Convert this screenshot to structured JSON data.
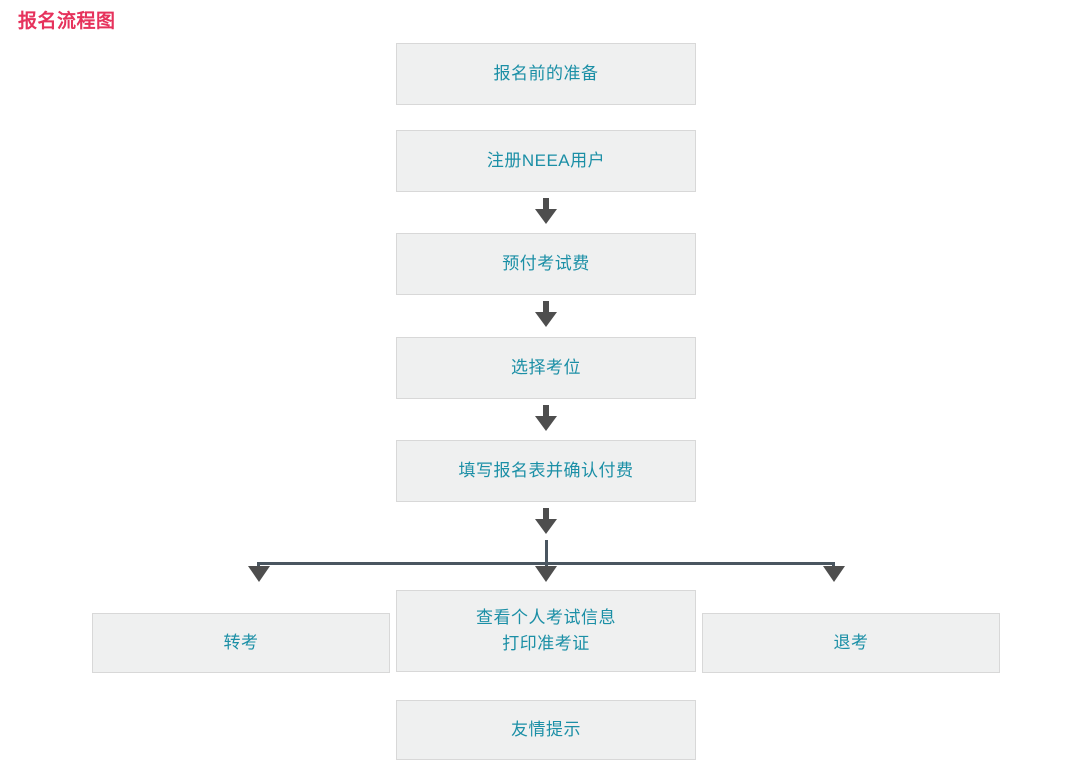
{
  "page": {
    "title": "报名流程图",
    "title_color": "#e6325c",
    "background": "#ffffff"
  },
  "theme": {
    "node_fill": "#eff0f0",
    "node_border": "#d8d8d8",
    "node_text": "#1b8fa6",
    "arrow_color": "#4e4e4e",
    "connector_color": "#4a5660"
  },
  "flow": {
    "main_steps": [
      {
        "id": "step-preparation",
        "label": "报名前的准备"
      },
      {
        "id": "step-register-neea",
        "label": "注册NEEA用户"
      },
      {
        "id": "step-prepay-fee",
        "label": "预付考试费"
      },
      {
        "id": "step-select-seat",
        "label": "选择考位"
      },
      {
        "id": "step-fill-form-confirm-payment",
        "label": "填写报名表并确认付费"
      }
    ],
    "branch_steps": [
      {
        "id": "branch-transfer-exam",
        "label": "转考",
        "position": "left"
      },
      {
        "id": "branch-view-info-print-admission",
        "label_line1": "查看个人考试信息",
        "label_line2": "打印准考证",
        "position": "center"
      },
      {
        "id": "branch-withdraw-exam",
        "label": "退考",
        "position": "right"
      }
    ],
    "footer_step": {
      "id": "step-friendly-reminder",
      "label": "友情提示"
    }
  }
}
